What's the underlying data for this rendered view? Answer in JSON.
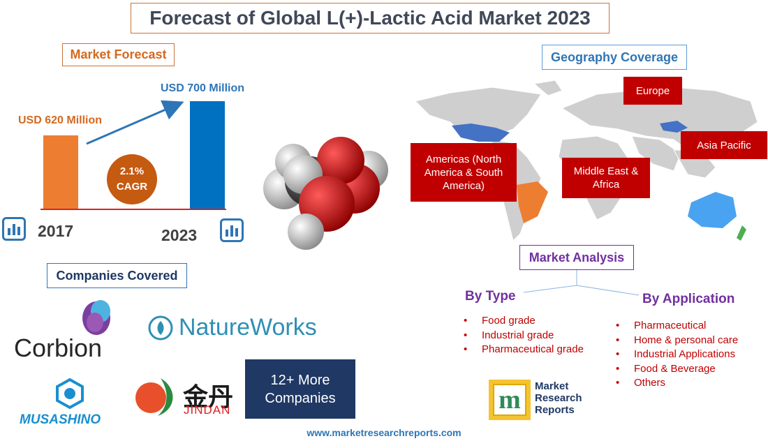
{
  "title": "Forecast of Global L(+)-Lactic Acid Market 2023",
  "market_forecast": {
    "heading": "Market Forecast",
    "label_2017": "USD 620 Million",
    "label_2023": "USD 700 Million",
    "cagr_value": "2.1%",
    "cagr_label": "CAGR",
    "year_2017": "2017",
    "year_2023": "2023"
  },
  "chart_data": {
    "type": "bar",
    "categories": [
      "2017",
      "2023"
    ],
    "values": [
      620,
      700
    ],
    "ylabel": "",
    "xlabel": ""
  },
  "geography": {
    "heading": "Geography Coverage",
    "regions": {
      "europe": "Europe",
      "americas": "Americas (North America & South America)",
      "mea": "Middle East & Africa",
      "apac": "Asia Pacific"
    }
  },
  "market_analysis": {
    "heading": "Market Analysis",
    "by_type": {
      "heading": "By Type",
      "items": [
        "Food grade",
        "Industrial grade",
        "Pharmaceutical grade"
      ]
    },
    "by_application": {
      "heading": "By Application",
      "items": [
        "Pharmaceutical",
        "Home & personal care",
        "Industrial Applications",
        "Food & Beverage",
        "Others"
      ]
    }
  },
  "companies": {
    "heading": "Companies Covered",
    "corbion": "Corbion",
    "natureworks": "NatureWorks",
    "musashino": "MUSASHINO",
    "jindan_cn": "金丹",
    "jindan_en": "JINDAN",
    "more_line1": "12+ More",
    "more_line2": "Companies"
  },
  "publisher": {
    "logo_line1": "Market",
    "logo_line2": "Research",
    "logo_line3": "Reports",
    "url": "www.marketresearchreports.com"
  },
  "colors": {
    "orange": "#ed7d31",
    "blue": "#0070c0",
    "red_region": "#c00000",
    "purple": "#7030a0",
    "navy": "#1f3864"
  },
  "icons": [
    "bar-chart-icon",
    "molecule-image",
    "world-map",
    "corbion-logo",
    "natureworks-logo",
    "musashino-logo",
    "jindan-logo",
    "mrr-logo"
  ]
}
